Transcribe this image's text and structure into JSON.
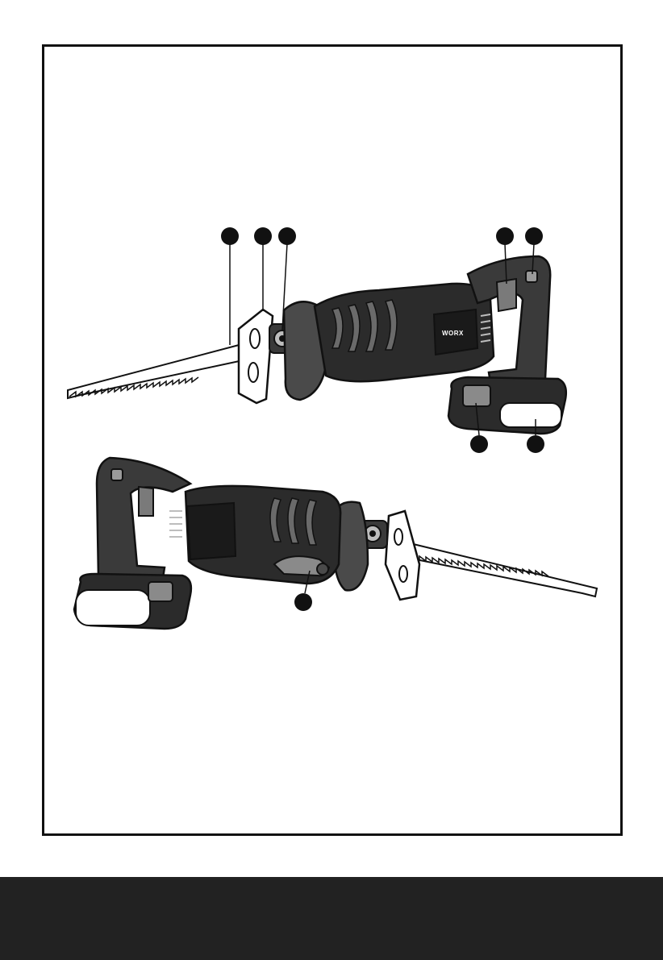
{
  "figure": {
    "tool_brand_label": "WORX",
    "callouts_top": [
      {
        "id": "c1",
        "part": "blade"
      },
      {
        "id": "c2",
        "part": "shoe"
      },
      {
        "id": "c3",
        "part": "blade-clamp"
      },
      {
        "id": "c4",
        "part": "trigger-switch"
      },
      {
        "id": "c5",
        "part": "lock-off-button"
      },
      {
        "id": "c6",
        "part": "battery-release"
      },
      {
        "id": "c7",
        "part": "battery-pack"
      }
    ],
    "callouts_bottom": [
      {
        "id": "c8",
        "part": "shoe-adjust-lever"
      }
    ]
  },
  "colors": {
    "ink": "#111111",
    "tool_dark": "#2b2b2b",
    "tool_mid": "#4a4a4a",
    "tool_light": "#bdbdbd",
    "blade": "#ffffff",
    "footer": "#222222"
  }
}
